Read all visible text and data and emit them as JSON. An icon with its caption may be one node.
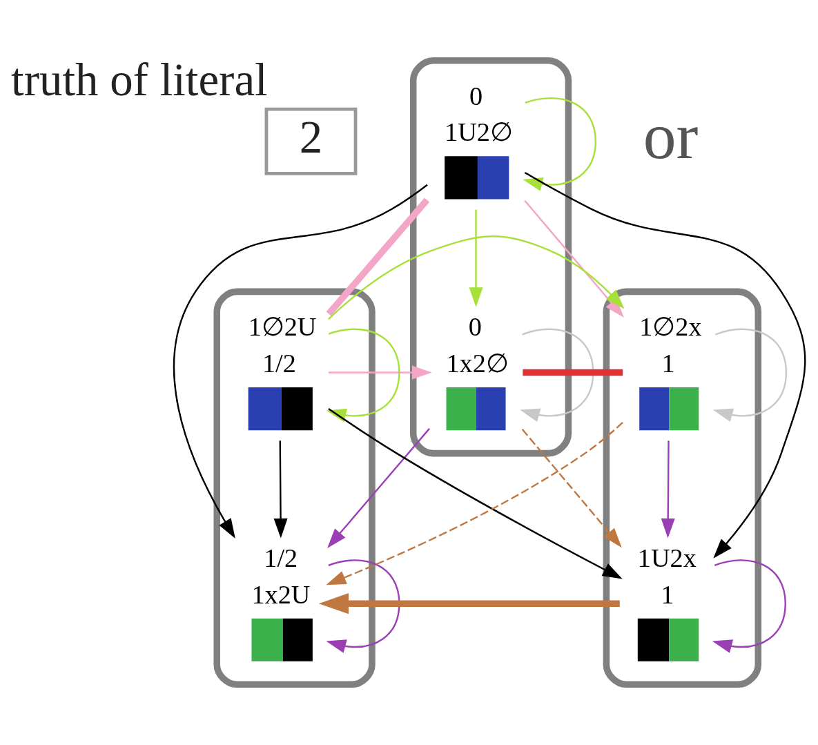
{
  "diagram": {
    "nodes": [
      {
        "text": [
          "2"
        ],
        "beside": [
          "truth of literal"
        ]
      },
      {
        "text": [],
        "shape": "blob"
      },
      {
        "text": [],
        "shape": "blob"
      },
      {
        "text": [],
        "shape": "blob"
      },
      {
        "text": [],
        "shape": "circle",
        "in": 1,
        "beside": [
          "0",
          "1x2∅"
        ]
      },
      {
        "text": [],
        "shape": "circle",
        "in": 1,
        "beside": [
          "0",
          "1U2∅"
        ]
      },
      {
        "text": [],
        "shape": "circle",
        "in": 2,
        "beside": [
          "1/2",
          "1x2U"
        ]
      },
      {
        "text": [],
        "shape": "circle",
        "in": 2,
        "beside": [
          "1∅2U",
          "1/2"
        ]
      },
      {
        "text": [],
        "shape": "circle",
        "in": 3,
        "beside": [
          "1∅2x",
          "1"
        ]
      },
      {
        "text": [],
        "shape": "circle",
        "in": 3,
        "beside": [
          "1U2x",
          "1"
        ]
      }
    ],
    "edges": [
      {
        "from": 4,
        "to": 8,
        "arrow": "none",
        "style": "thick",
        "color": "#e03030"
      },
      {
        "from": 5,
        "to": 6,
        "arrow": "to"
      },
      {
        "from": 7,
        "to": 6,
        "arrow": "to"
      },
      {
        "from": 5,
        "to": 9,
        "arrow": "to"
      },
      {
        "from": 7,
        "to": 9,
        "arrow": "to"
      },
      {
        "from": 4,
        "to": 6,
        "arrow": "to",
        "color": "#9b3fb5"
      },
      {
        "from": 8,
        "to": 9,
        "arrow": "to",
        "color": "#9b3fb5"
      },
      {
        "from": 6,
        "to": 6,
        "arrow": "to",
        "color": "#9b3fb5"
      },
      {
        "from": 9,
        "to": 9,
        "arrow": "to",
        "color": "#9b3fb5"
      },
      {
        "from": 5,
        "to": 4,
        "arrow": "to",
        "color": "#a8e03a"
      },
      {
        "from": 7,
        "to": 8,
        "arrow": "to",
        "color": "#a8e03a"
      },
      {
        "from": 5,
        "to": 5,
        "arrow": "to",
        "color": "#a8e03a"
      },
      {
        "from": 7,
        "to": 7,
        "arrow": "to",
        "color": "#a8e03a"
      },
      {
        "from": 4,
        "to": 4,
        "arrow": "to",
        "color": "#c8c8c8"
      },
      {
        "from": 8,
        "to": 8,
        "arrow": "to",
        "color": "#c8c8c8"
      },
      {
        "from": 5,
        "to": 7,
        "arrow": "none",
        "style": "thick",
        "color": "#f4a6c8"
      },
      {
        "from": 7,
        "to": 4,
        "arrow": "to",
        "color": "#f4a6c8"
      },
      {
        "from": 5,
        "to": 8,
        "arrow": "to",
        "color": "#f4a6c8"
      },
      {
        "from": 9,
        "to": 6,
        "arrow": "to",
        "style": "thick",
        "color": "#c07840"
      },
      {
        "from": 4,
        "to": 9,
        "arrow": "to",
        "style": "dashed",
        "color": "#c07840"
      },
      {
        "from": 8,
        "to": 6,
        "arrow": "to",
        "style": "dashed",
        "color": "#c07840"
      }
    ],
    "labels": [
      "or"
    ]
  }
}
